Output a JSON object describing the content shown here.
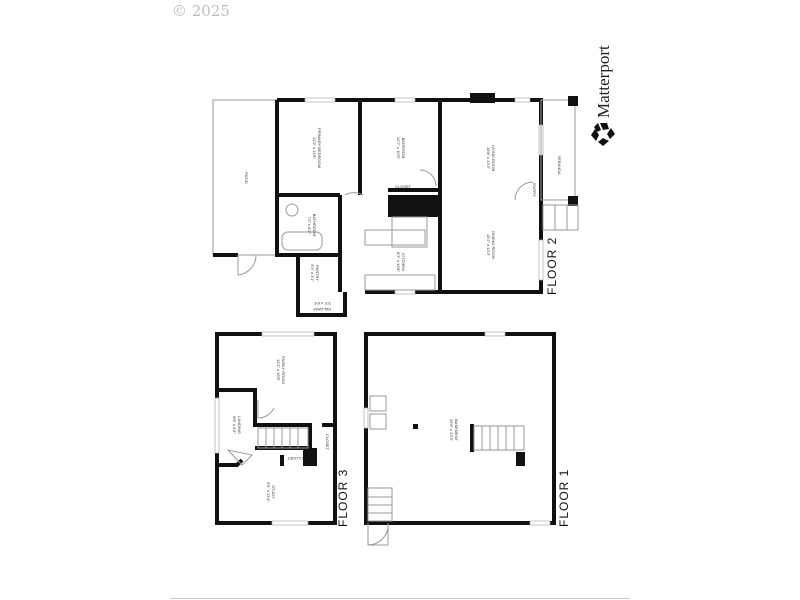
{
  "copyright": "© 2025",
  "brand": {
    "name": "Matterport",
    "logo_icon": "matterport-logo-icon"
  },
  "floors": [
    {
      "label": "FLOOR 2",
      "rooms": [
        {
          "name": "PATIO",
          "dims": ""
        },
        {
          "name": "PRIMARY BEDROOM",
          "dims": "12'2\" x 11'8\""
        },
        {
          "name": "BEDROOM",
          "dims": "12'7\" x 10'9\""
        },
        {
          "name": "CLOSET",
          "dims": ""
        },
        {
          "name": "LIVING ROOM",
          "dims": "16'8\" x 13'3\""
        },
        {
          "name": "DINING ROOM",
          "dims": "15'2\" x 13'3\""
        },
        {
          "name": "BATHROOM",
          "dims": "7'2\" x 8'2\""
        },
        {
          "name": "KITCHEN",
          "dims": "8'3\" x 13'8\""
        },
        {
          "name": "PANTRY",
          "dims": "5'3\" x 3'1\""
        },
        {
          "name": "HALLWAY",
          "dims": "3'3\" x 6'4\""
        },
        {
          "name": "ENTRY",
          "dims": ""
        },
        {
          "name": "VERANDA",
          "dims": ""
        }
      ]
    },
    {
      "label": "FLOOR 3",
      "rooms": [
        {
          "name": "FAMILY ROOM",
          "dims": "12'2\" x 15'8\""
        },
        {
          "name": "LANDING",
          "dims": "8'5\" x 4'9\""
        },
        {
          "name": "CLOSET",
          "dims": ""
        },
        {
          "name": "CLOSET",
          "dims": ""
        },
        {
          "name": "STUDY",
          "dims": "9'9\" x 13'4\""
        }
      ]
    },
    {
      "label": "FLOOR 1",
      "rooms": [
        {
          "name": "BASEMENT",
          "dims": "25'6\" x 23'3\""
        }
      ]
    }
  ]
}
